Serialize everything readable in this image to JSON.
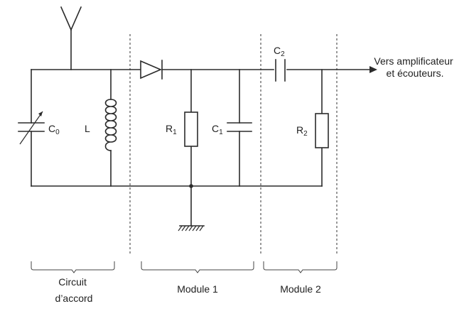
{
  "components": {
    "c0": {
      "name": "C",
      "sub": "0"
    },
    "l": {
      "name": "L"
    },
    "r1": {
      "name": "R",
      "sub": "1"
    },
    "c1": {
      "name": "C",
      "sub": "1"
    },
    "c2": {
      "name": "C",
      "sub": "2"
    },
    "r2": {
      "name": "R",
      "sub": "2"
    }
  },
  "output_label": {
    "line1": "Vers amplificateur",
    "line2": "et écouteurs."
  },
  "sections": {
    "tuning": {
      "line1": "Circuit",
      "line2": "d’accord"
    },
    "module1": {
      "label": "Module 1"
    },
    "module2": {
      "label": "Module 2"
    }
  }
}
